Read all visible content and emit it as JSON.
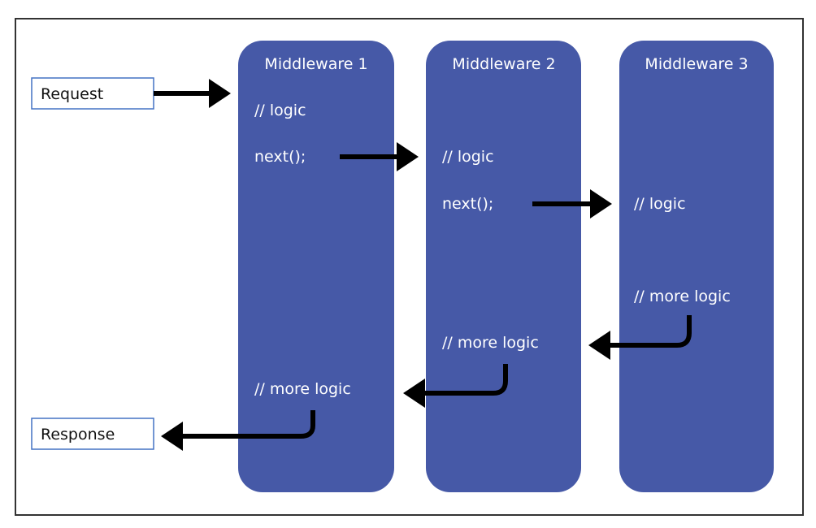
{
  "colors": {
    "box": "#4659A7",
    "io_border": "#4472C4",
    "arrow": "#000000"
  },
  "request": "Request",
  "response": "Response",
  "middlewares": [
    {
      "title": "Middleware 1",
      "logic": "// logic",
      "next": "next();",
      "more": "// more logic"
    },
    {
      "title": "Middleware 2",
      "logic": "// logic",
      "next": "next();",
      "more": "// more logic"
    },
    {
      "title": "Middleware 3",
      "logic": "// logic",
      "more": "// more logic"
    }
  ]
}
